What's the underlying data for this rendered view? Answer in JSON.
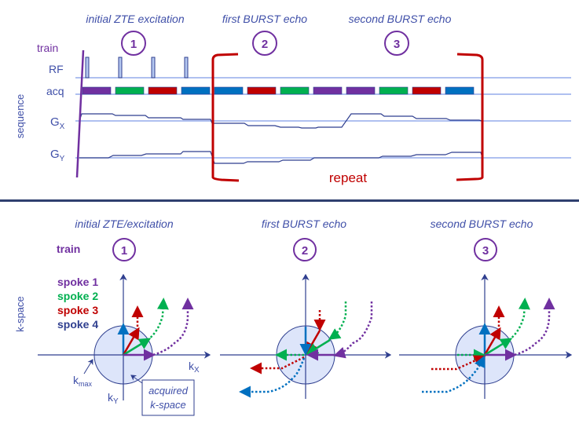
{
  "colors": {
    "purple": "#7030A0",
    "green": "#00B050",
    "red": "#C00000",
    "blue": "#0070C0",
    "navy": "#2F3F8F",
    "label": "#3F4FA8",
    "baseline": "#7F9BE8",
    "circle_fill": "#DDE5FA"
  },
  "sequence": {
    "section_label": "sequence",
    "phases": [
      {
        "title": "initial ZTE excitation",
        "number": "1"
      },
      {
        "title": "first BURST echo",
        "number": "2"
      },
      {
        "title": "second BURST echo",
        "number": "3"
      }
    ],
    "rows": {
      "train": "train",
      "rf": "RF",
      "acq": "acq",
      "gx_main": "G",
      "gx_sub": "X",
      "gy_main": "G",
      "gy_sub": "Y"
    },
    "acq_blocks": [
      "purple",
      "green",
      "red",
      "blue",
      "blue",
      "red",
      "green",
      "purple",
      "purple",
      "green",
      "red",
      "blue"
    ],
    "rf_pulse_count": 4,
    "repeat_label": "repeat"
  },
  "kspace": {
    "section_label": "k-space",
    "panels": [
      {
        "title": "initial ZTE/excitation",
        "number": "1"
      },
      {
        "title": "first BURST echo",
        "number": "2"
      },
      {
        "title": "second BURST echo",
        "number": "3"
      }
    ],
    "train_label": "train",
    "legend": [
      {
        "label": "spoke 1",
        "color": "purple"
      },
      {
        "label": "spoke 2",
        "color": "green"
      },
      {
        "label": "spoke 3",
        "color": "red"
      },
      {
        "label": "spoke 4",
        "color": "navy"
      }
    ],
    "kx_main": "k",
    "kx_sub": "X",
    "ky_main": "k",
    "ky_sub": "Y",
    "kmax_main": "k",
    "kmax_sub": "max",
    "acquired_line1": "acquired",
    "acquired_line2": "k-space"
  }
}
